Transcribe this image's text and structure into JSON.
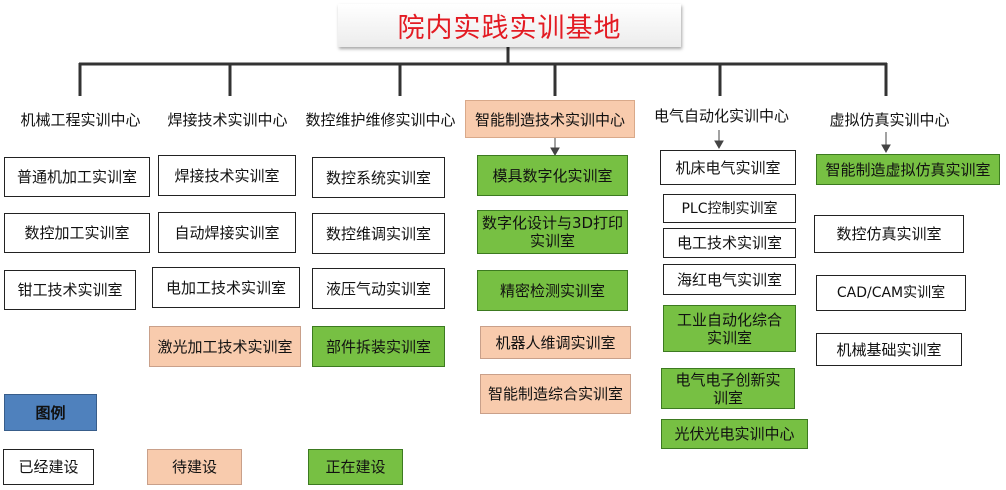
{
  "title": "院内实践实训基地",
  "centers": [
    {
      "label": "机械工程实训中心",
      "rooms": [
        "普通机加工实训室",
        "数控加工实训室",
        "钳工技术实训室"
      ]
    },
    {
      "label": "焊接技术实训中心",
      "rooms": [
        "焊接技术实训室",
        "自动焊接实训室",
        "电加工技术实训室",
        "激光加工技术实训室"
      ]
    },
    {
      "label": "数控维护维修实训中心",
      "rooms": [
        "数控系统实训室",
        "数控维调实训室",
        "液压气动实训室",
        "部件拆装实训室"
      ]
    },
    {
      "label": "智能制造技术实训中心",
      "rooms": [
        "模具数字化实训室",
        "数字化设计与3D打印\n实训室",
        "精密检测实训室",
        "机器人维调实训室",
        "智能制造综合实训室"
      ]
    },
    {
      "label": "电气自动化实训中心",
      "rooms": [
        "机床电气实训室",
        "PLC控制实训室",
        "电工技术实训室",
        "海红电气实训室",
        "工业自动化综合\n实训室",
        "电气电子创新实\n训室",
        "光伏光电实训中心"
      ]
    },
    {
      "label": "虚拟仿真实训中心",
      "rooms": [
        "智能制造虚拟仿真实训室",
        "数控仿真实训室",
        "CAD/CAM实训室",
        "机械基础实训室"
      ]
    }
  ],
  "legend": {
    "title": "图例",
    "items": [
      "已经建设",
      "待建设",
      "正在建设"
    ]
  },
  "colors": {
    "title_text": "#e31b23",
    "built": "#ffffff",
    "planned": "#f8cbad",
    "in_progress": "#77c043",
    "legend_header": "#4f81bd"
  }
}
